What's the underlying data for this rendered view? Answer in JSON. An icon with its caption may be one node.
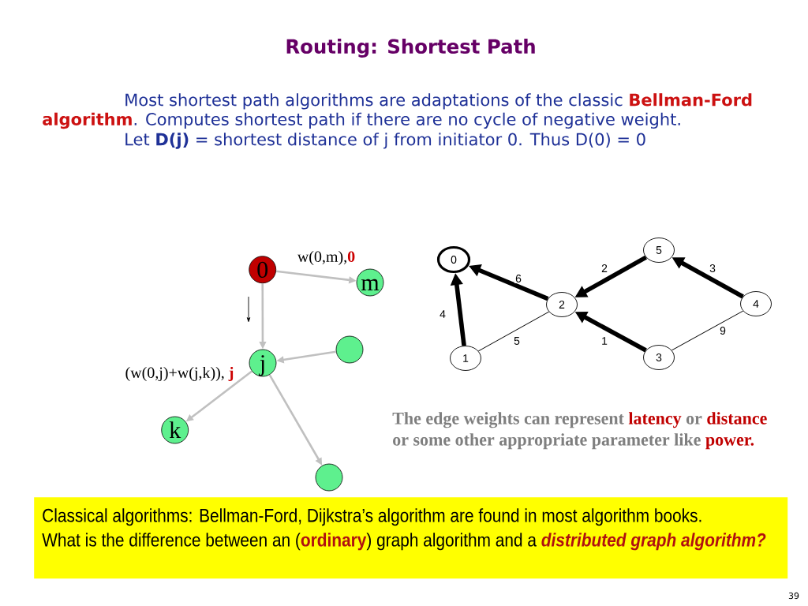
{
  "diagram": {
    "title": "Routing: Shortest Path",
    "nodes": [
      {
        "text": [
          "0"
        ]
      },
      {
        "text": [
          "m"
        ]
      },
      {
        "text": [
          "j"
        ]
      },
      {
        "text": [],
        "shape": "circle"
      },
      {
        "text": [
          "k"
        ]
      },
      {
        "text": [],
        "shape": "circle"
      },
      {
        "text": [
          "0"
        ]
      },
      {
        "text": [
          "5"
        ]
      },
      {
        "text": [
          "2"
        ]
      },
      {
        "text": [
          "4"
        ]
      },
      {
        "text": [
          "1"
        ]
      },
      {
        "text": [
          "3"
        ]
      },
      {
        "text": [
          "Classical algorithms: Bellman-Ford, Dijkstra’s algorithm are found in most algorithm books.",
          "What is the difference between an (**ordinary**) graph algorithm and a *distributed graph algorithm?*"
        ]
      }
    ],
    "edges": [
      {
        "from": 0,
        "to": 1,
        "arrow": "to",
        "label": "w(0,m),**0**",
        "color": "#c0c0c0"
      },
      {
        "from": 0,
        "to": 2,
        "arrow": "to",
        "color": "#c0c0c0"
      },
      {
        "from": 3,
        "to": 2,
        "arrow": "to",
        "color": "#c0c0c0"
      },
      {
        "from": 2,
        "to": 4,
        "arrow": "to",
        "label": "(w(0,j)+w(j,k)), **j**",
        "color": "#c0c0c0"
      },
      {
        "from": 2,
        "to": 5,
        "arrow": "to",
        "color": "#c0c0c0"
      },
      {
        "from": 10,
        "to": 6,
        "arrow": "to",
        "label": "4",
        "style": "thick"
      },
      {
        "from": 8,
        "to": 6,
        "arrow": "to",
        "label": "6",
        "style": "thick"
      },
      {
        "from": 10,
        "to": 8,
        "arrow": "none",
        "label": "5"
      },
      {
        "from": 7,
        "to": 8,
        "arrow": "to",
        "label": "2",
        "style": "thick"
      },
      {
        "from": 9,
        "to": 7,
        "arrow": "to",
        "label": "3",
        "style": "thick"
      },
      {
        "from": 11,
        "to": 8,
        "arrow": "to",
        "label": "1",
        "style": "thick"
      },
      {
        "from": 11,
        "to": 9,
        "arrow": "none",
        "label": "9"
      }
    ],
    "labels": [
      "Most shortest path algorithms are adaptations of the classic **Bellman-Ford algorithm**. Computes shortest path if there are no cycle of negative weight.",
      "Let **D(j)** = shortest distance of j from initiator 0. Thus D(0) = 0",
      "The edge weights can represent **latency** or **distance** or some other appropriate parameter like **power.**",
      "39"
    ]
  }
}
